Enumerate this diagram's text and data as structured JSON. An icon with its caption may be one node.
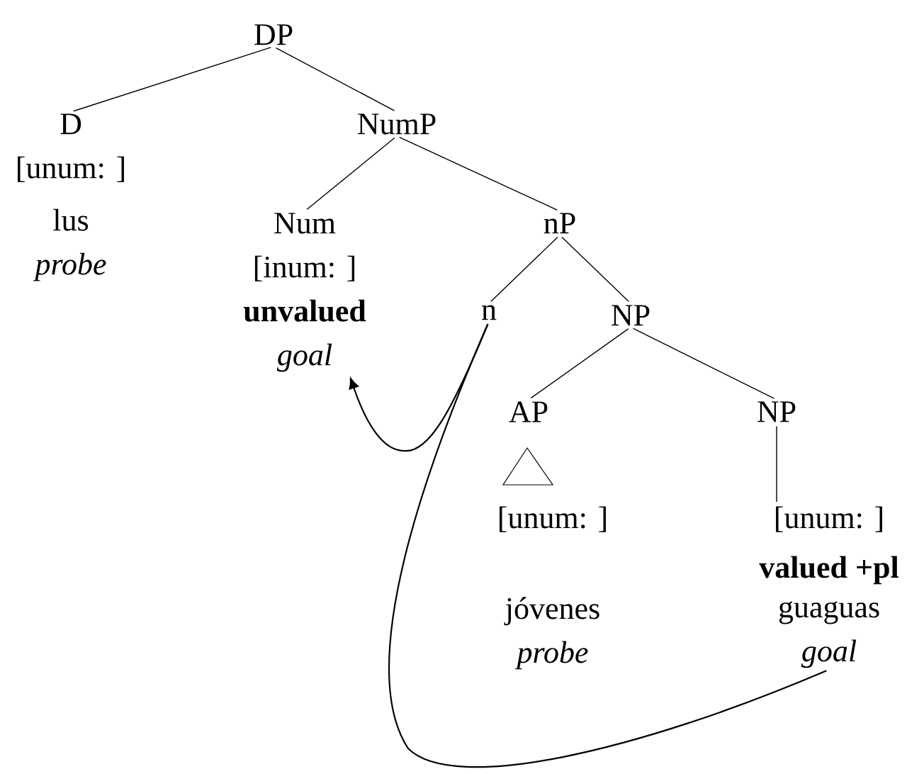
{
  "diagram": {
    "nodes": [
      {
        "text": [
          "DP"
        ]
      },
      {
        "text": [
          "D",
          "[unum: ]",
          "lus",
          "probe"
        ]
      },
      {
        "text": [
          "NumP"
        ]
      },
      {
        "text": [
          "Num",
          "[inum: ]",
          "unvalued",
          "goal"
        ]
      },
      {
        "text": [
          "nP"
        ]
      },
      {
        "text": [
          "n"
        ]
      },
      {
        "text": [
          "NP"
        ]
      },
      {
        "text": [
          "AP"
        ]
      },
      {
        "text": [
          "[unum: ]",
          "jóvenes",
          "probe"
        ]
      },
      {
        "text": [
          "NP"
        ]
      },
      {
        "text": [
          "[unum: ]",
          "valued +pl",
          "guaguas",
          "goal"
        ]
      }
    ],
    "edges": [
      {
        "from": 0,
        "to": 1,
        "arrow": "none"
      },
      {
        "from": 0,
        "to": 2,
        "arrow": "none"
      },
      {
        "from": 2,
        "to": 3,
        "arrow": "none"
      },
      {
        "from": 2,
        "to": 4,
        "arrow": "none"
      },
      {
        "from": 4,
        "to": 5,
        "arrow": "none"
      },
      {
        "from": 4,
        "to": 6,
        "arrow": "none"
      },
      {
        "from": 6,
        "to": 7,
        "arrow": "none"
      },
      {
        "from": 6,
        "to": 9,
        "arrow": "none"
      },
      {
        "from": 9,
        "to": 10,
        "arrow": "none"
      },
      {
        "from": 10,
        "to": 5,
        "arrow": "none"
      },
      {
        "from": 5,
        "to": 3,
        "arrow": "to"
      }
    ]
  }
}
